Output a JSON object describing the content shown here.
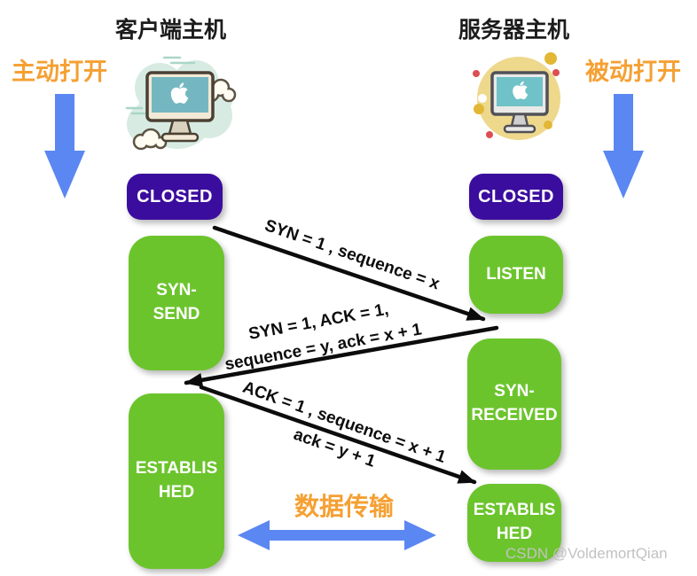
{
  "diagram": {
    "client": {
      "title": "客户端主机",
      "open_label": "主动打开",
      "states": {
        "closed": "CLOSED",
        "syn_send": "SYN-\nSEND",
        "established": "ESTABLIS\nHED"
      }
    },
    "server": {
      "title": "服务器主机",
      "open_label": "被动打开",
      "states": {
        "closed": "CLOSED",
        "listen": "LISTEN",
        "syn_received": "SYN-\nRECEIVED",
        "established": "ESTABLIS\nHED"
      }
    },
    "messages": {
      "syn": "SYN = 1 , sequence = x",
      "syn_ack": "SYN = 1, ACK = 1,\nsequence = y, ack = x + 1",
      "ack": "ACK = 1 , sequence = x + 1",
      "ack_line2": "ack = y + 1"
    },
    "data_transfer_label": "数据传输",
    "watermark": "CSDN @VoldemortQian",
    "colors": {
      "state_green": "#6cc42d",
      "closed_purple": "#3b0d9e",
      "arrow_blue": "#5b87f2",
      "accent_orange": "#f5a033",
      "message_black": "#0c0c0c"
    }
  }
}
